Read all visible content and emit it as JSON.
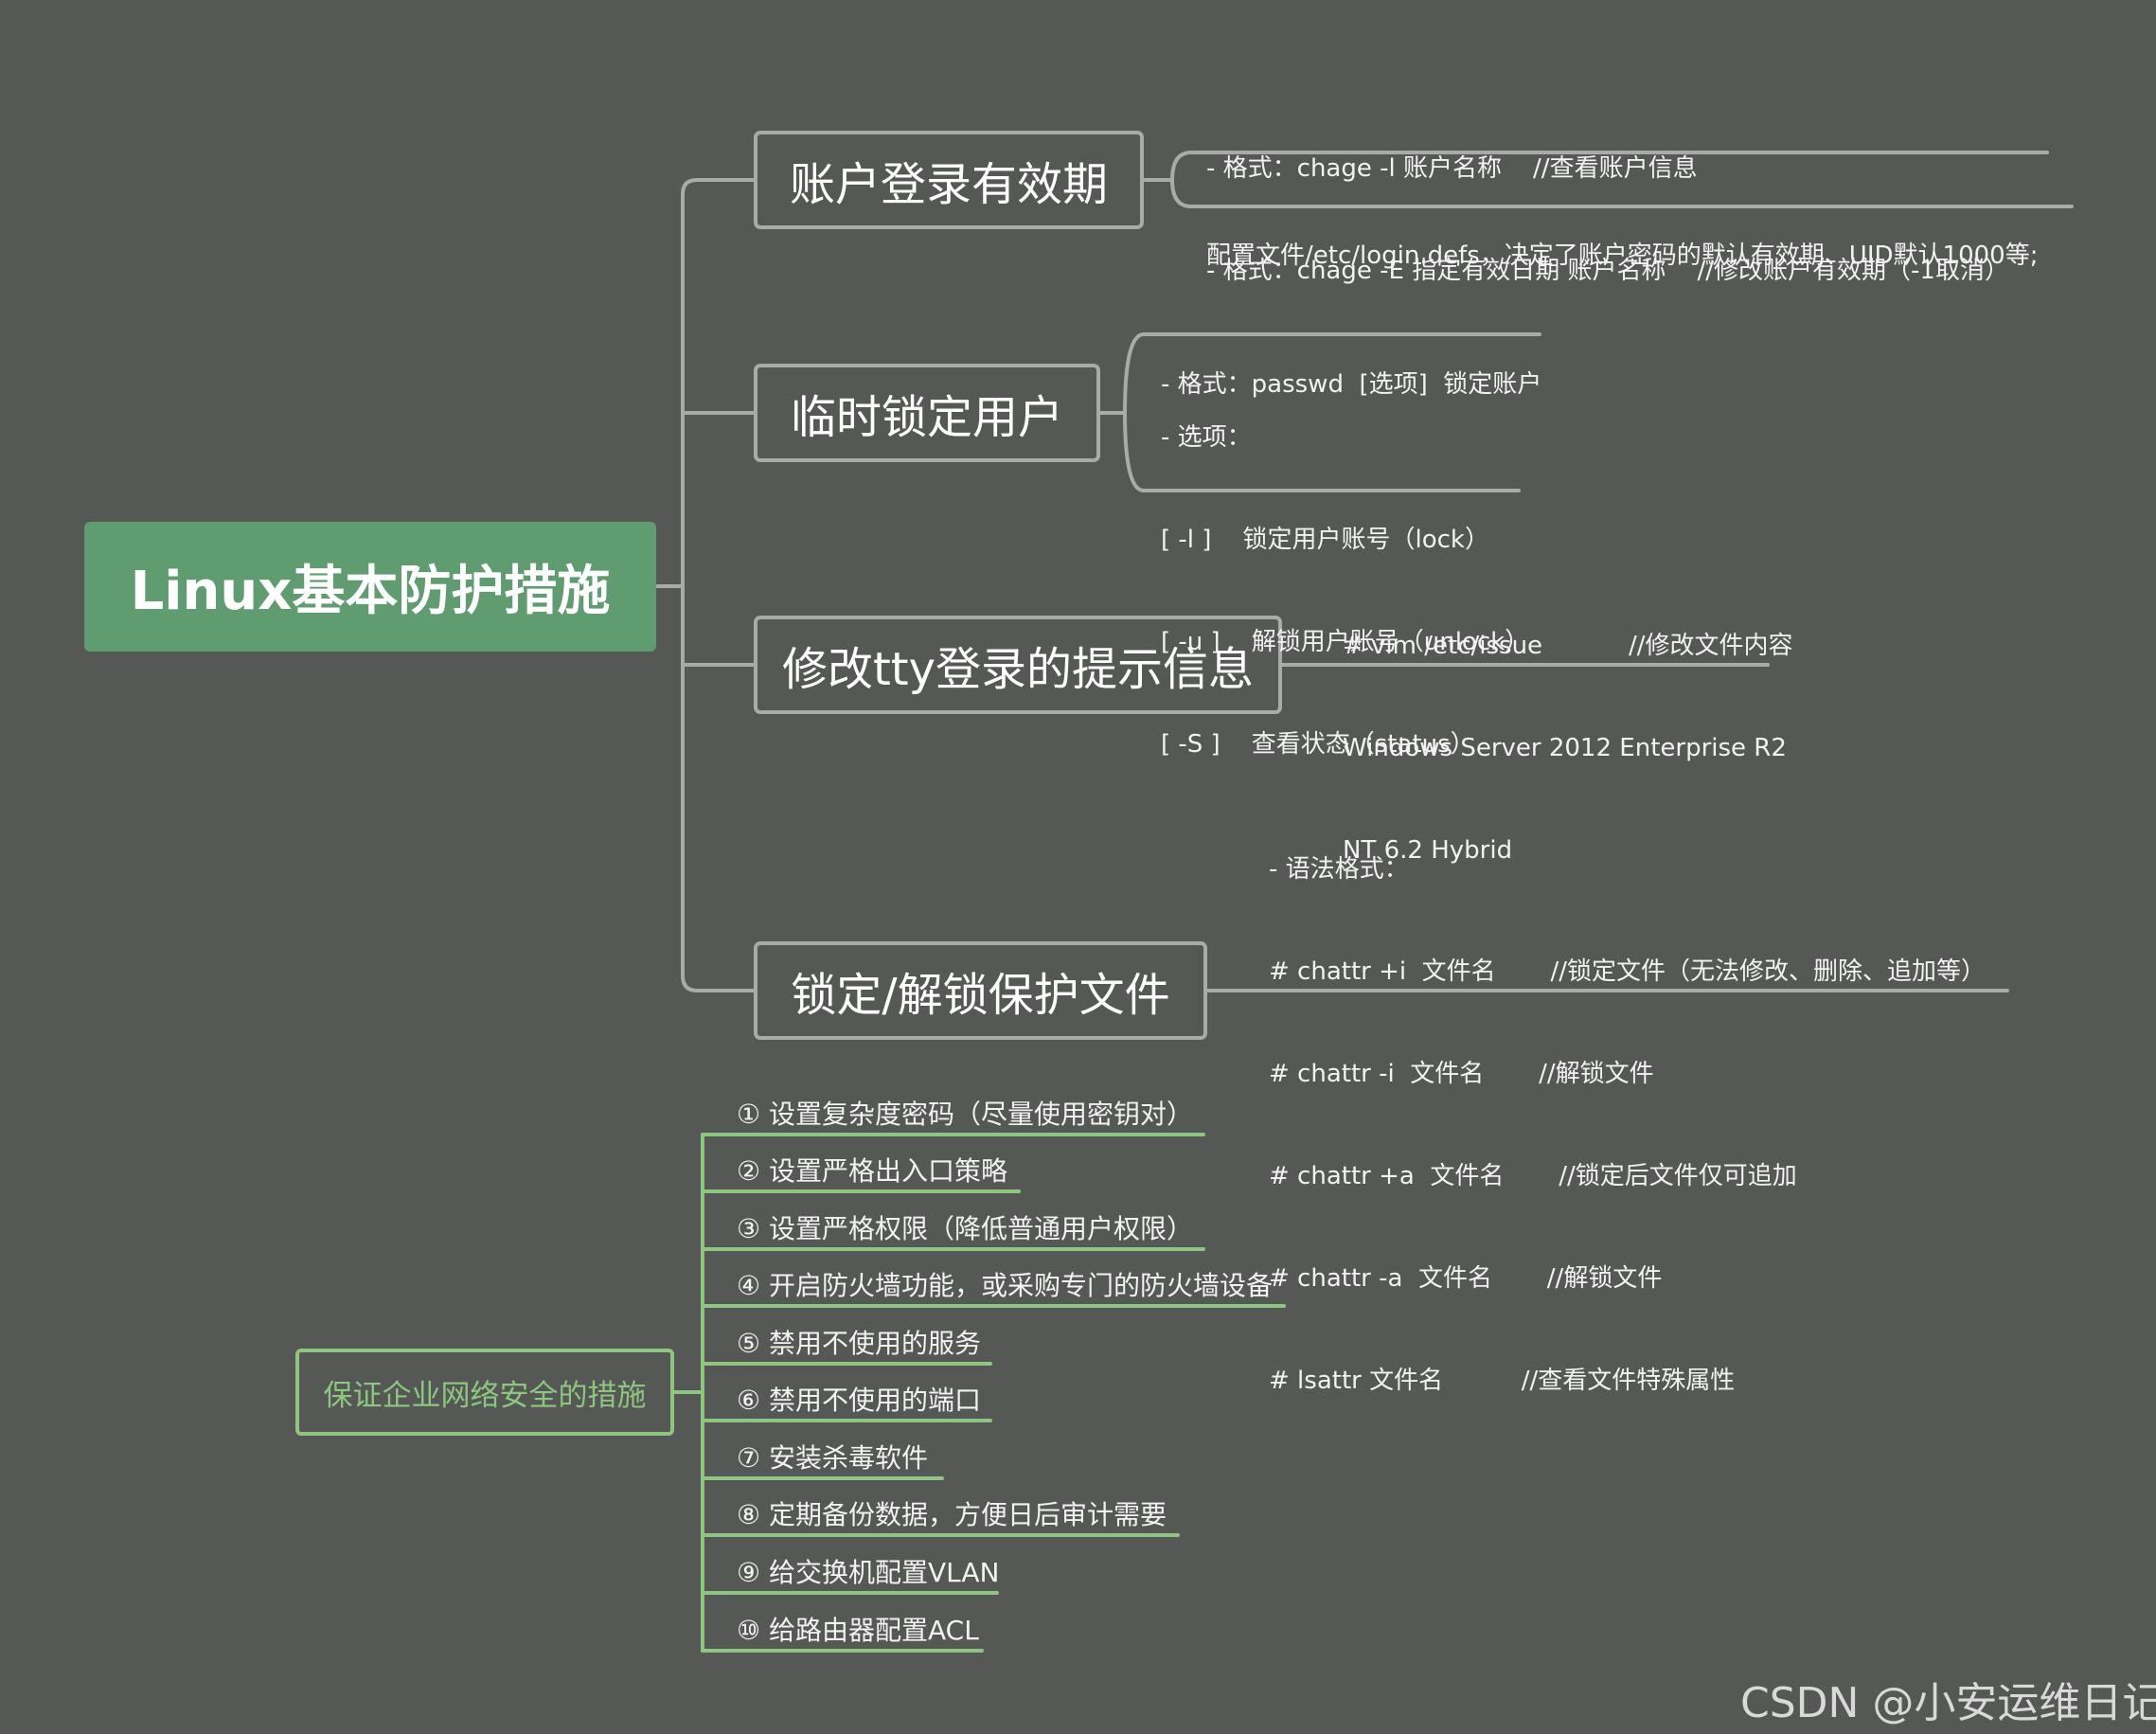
{
  "root": {
    "label": "Linux基本防护措施"
  },
  "branches": [
    {
      "label": "账户登录有效期",
      "details": [
        [
          "- 格式：chage -l 账户名称    //查看账户信息",
          "- 格式：chage -E 指定有效日期 账户名称    //修改账户有效期（-1取消）"
        ],
        [
          "配置文件/etc/login.defs，决定了账户密码的默认有效期、UID默认1000等;"
        ]
      ]
    },
    {
      "label": "临时锁定用户",
      "details": [
        [
          "- 格式：passwd  [选项]  锁定账户"
        ],
        [
          "- 选项：",
          "[ -l ]    锁定用户账号（lock）",
          "[ -u ]    解锁用户账号（unlock）",
          "[ -S ]    查看状态（status）"
        ]
      ]
    },
    {
      "label": "修改tty登录的提示信息",
      "details": [
        [
          "# vim /etc/issue           //修改文件内容",
          "Windows Server 2012 Enterprise R2",
          "NT 6.2 Hybrid"
        ]
      ]
    },
    {
      "label": "锁定/解锁保护文件",
      "details": [
        [
          "- 语法格式：",
          "# chattr +i  文件名       //锁定文件（无法修改、删除、追加等）",
          "# chattr -i  文件名       //解锁文件",
          "# chattr +a  文件名       //锁定后文件仅可追加",
          "# chattr -a  文件名       //解锁文件",
          "# lsattr 文件名          //查看文件特殊属性"
        ]
      ]
    }
  ],
  "security": {
    "label": "保证企业网络安全的措施",
    "items": [
      "① 设置复杂度密码（尽量使用密钥对）",
      "② 设置严格出入口策略",
      "③ 设置严格权限（降低普通用户权限）",
      "④ 开启防火墙功能，或采购专门的防火墙设备",
      "⑤ 禁用不使用的服务",
      "⑥ 禁用不使用的端口",
      "⑦ 安装杀毒软件",
      "⑧ 定期备份数据，方便日后审计需要",
      "⑨ 给交换机配置VLAN",
      "⑩ 给路由器配置ACL"
    ]
  },
  "watermark": "CSDN @小安运维日记",
  "colors": {
    "background": "#565856",
    "root_fill": "#5f9c70",
    "line_gray": "#a9aaa9",
    "accent_green": "#8dc67f"
  }
}
